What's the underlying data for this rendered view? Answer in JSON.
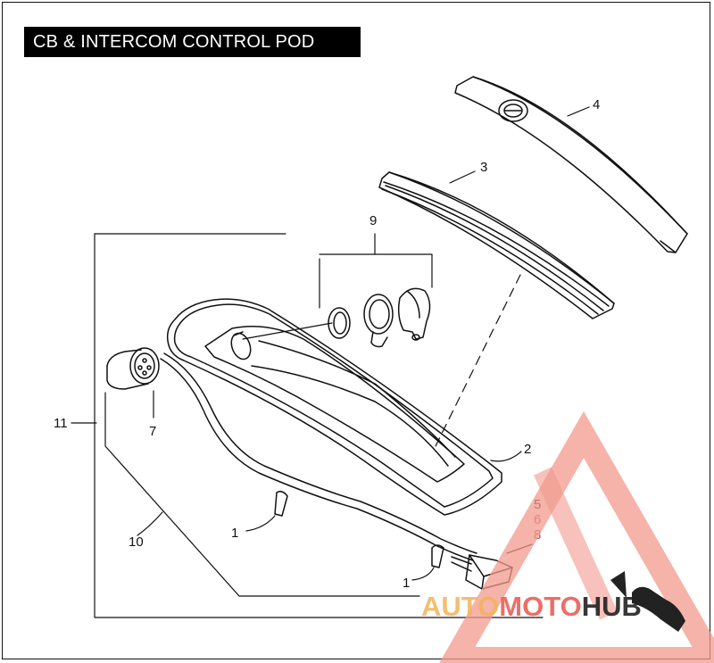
{
  "title": "CB & INTERCOM CONTROL POD",
  "callouts": {
    "c1a": "1",
    "c1b": "1",
    "c2": "2",
    "c3": "3",
    "c4": "4",
    "c5": "5",
    "c6": "6",
    "c7": "7",
    "c8": "8",
    "c9": "9",
    "c10": "10",
    "c11": "11"
  },
  "watermark": {
    "part1": "AUTO",
    "part2": "MOTO",
    "part3": "HUB",
    "color_light": "#f2b35a",
    "color_red": "#e8564e",
    "color_dark": "#222222"
  }
}
